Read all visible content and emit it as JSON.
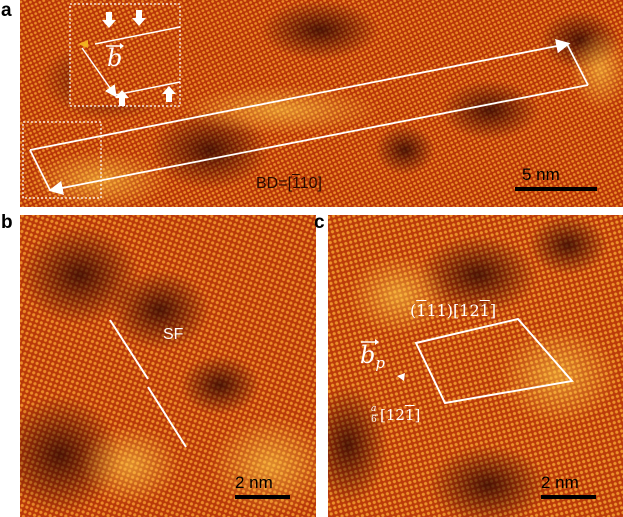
{
  "panels": {
    "a": {
      "label": "a",
      "beam_direction_prefix": "BD=[",
      "beam_direction_bar": "1",
      "beam_direction_rest": "10]",
      "scale_bar": "5 nm",
      "burgers_symbol": "b"
    },
    "b": {
      "label": "b",
      "fault_label": "SF",
      "scale_bar": "2 nm"
    },
    "c": {
      "label": "c",
      "plane_open": "(",
      "plane_bar": "1",
      "plane_rest": "11)[12",
      "plane_bar2": "1",
      "plane_close": "]",
      "partial_symbol": "b",
      "partial_subscript": "p",
      "frac_num": "a",
      "frac_den": "6",
      "vec_open": "[12",
      "vec_bar": "1",
      "vec_close": "]",
      "scale_bar": "2 nm"
    }
  },
  "colors": {
    "lattice_dark": "#7a1606",
    "lattice_base": "#c8420c",
    "lattice_bright": "#f6a531",
    "annotation": "#ffffff",
    "scale_bar": "#000000",
    "arrow_accent": "#f2b01e"
  }
}
